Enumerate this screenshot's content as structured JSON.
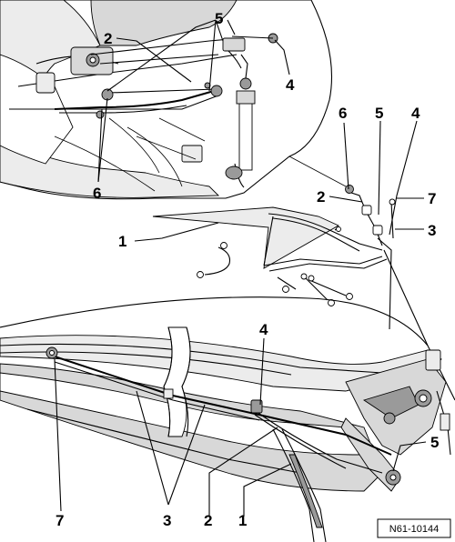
{
  "callouts": {
    "top_5": "5",
    "top_2": "2",
    "top_4": "4",
    "top_6": "6",
    "mid_6": "6",
    "mid_5": "5",
    "mid_4": "4",
    "mid_2": "2",
    "mid_7": "7",
    "mid_3": "3",
    "mid_1": "1",
    "bot_4": "4",
    "bot_5": "5",
    "bot_7": "7",
    "bot_3": "3",
    "bot_2": "2",
    "bot_1": "1"
  },
  "reference_code": "N61-10144"
}
